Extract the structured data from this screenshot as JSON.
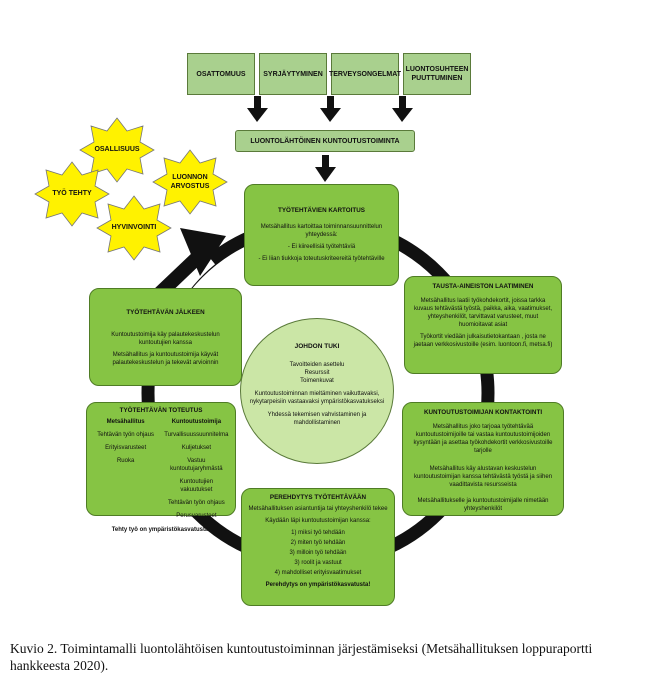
{
  "problems": [
    "OSATTOMUUS",
    "SYRJÄYTYMINEN",
    "TERVEYSONGELMAT",
    "LUONTOSUHTEEN PUUTTUMINEN"
  ],
  "main_label": "LUONTOLÄHTÖINEN KUNTOUTUSTOIMINTA",
  "stars": [
    "OSALLISUUS",
    "LUONNON ARVOSTUS",
    "TYÖ TEHTY",
    "HYVINVOINTI"
  ],
  "kartoitus": {
    "title": "TYÖTEHTÄVIEN KARTOITUS",
    "lines": [
      "Metsähallitus kartoittaa toiminnansuunnittelun yhteydessä:",
      "- Ei kiireellisiä työtehtäviä",
      "- Ei liian tiukkoja toteutuskriteereitä työtehtäville"
    ]
  },
  "tausta": {
    "title": "TAUSTA-AINEISTON LAATIMINEN",
    "lines": [
      "Metsähallitus laatii työkohdekortit, joissa tarkka kuvaus tehtävästä työstä, paikka, aika, vaatimukset, yhteyshenkilöt, tarvittavat varusteet, muut huomioitavat asiat",
      "Työkortit viedään julkaisutietokantaan , josta ne jaetaan verkkosivustoille (esim. luontoon.fi, metsa.fi)"
    ]
  },
  "kontakti": {
    "title": "KUNTOUTUSTOIMIJAN KONTAKTOINTI",
    "lines": [
      "Metsähallitus joko tarjoaa työtehtävää kuntoutustoimijoille tai vastaa kuntoutustoimijoiden kysyntään ja asettaa työkohdekortit verkkosivustoille tarjolle",
      "Metsähallitus käy alustavan keskustelun kuntoutustoimijan kanssa tehtävästä työstä ja siihen vaadittavista resursseista",
      "Metsähallitukselle ja kuntoutustoimijalle nimetään yhteyshenkilöt"
    ]
  },
  "perehdytys": {
    "title": "PEREHDYTYS TYÖTEHTÄVÄÄN",
    "lines": [
      "Metsähallituksen asiantuntija tai yhteyshenkilö tekee",
      "Käydään läpi kuntoutustoimijan kanssa:",
      "1) miksi työ tehdään",
      "2) miten työ tehdään",
      "3) milloin työ tehdään",
      "3) roolit ja vastuut",
      "4) mahdolliset erityisvaatimukset"
    ],
    "footer": "Perehdytys on ympäristökasvatusta!"
  },
  "toteutus": {
    "title": "TYÖTEHTÄVÄN TOTEUTUS",
    "left_head": "Metsähallitus",
    "left": [
      "Tehtävän työn ohjaus",
      "Erityisvarusteet",
      "Ruoka"
    ],
    "right_head": "Kuntoutustoimija",
    "right": [
      "Turvallisuussuunnitelma",
      "Kuljetukset",
      "Vastuu kuntoutujaryhmästä",
      "Kuntoutujien vakuutukset",
      "Tehtävän työn ohjaus",
      "Perusvarusteet"
    ],
    "footer": "Tehty työ on ympäristökasvatusta!"
  },
  "jalkeen": {
    "title": "TYÖTEHTÄVÄN JÄLKEEN",
    "lines": [
      "Kuntoutustoimija käy palautekeskustelun kuntoutujien kanssa",
      "Metsähallitus ja kuntoutustoimija käyvät palautekeskustelun ja tekevät arvioinnin"
    ]
  },
  "johdon": {
    "title": "JOHDON TUKI",
    "lines": [
      "Tavoitteiden asettelu",
      "Resurssit",
      "Toimenkuvat",
      "Kuntoutustoiminnan mieltäminen vaikuttavaksi, nykytarpeisiin vastaavaksi ympäristökasvatukseksi",
      "Yhdessä tekemisen vahvistaminen ja mahdollistaminen"
    ]
  },
  "caption": "Kuvio 2. Toimintamalli luontolähtöisen kuntoutustoiminnan järjestämiseksi (Metsähallituksen loppuraportti hankkeesta 2020).",
  "colors": {
    "box": "#86c444",
    "top": "#a9d08e",
    "circle": "#cbe6a6",
    "star": "#fff200",
    "ring": "#111111"
  }
}
